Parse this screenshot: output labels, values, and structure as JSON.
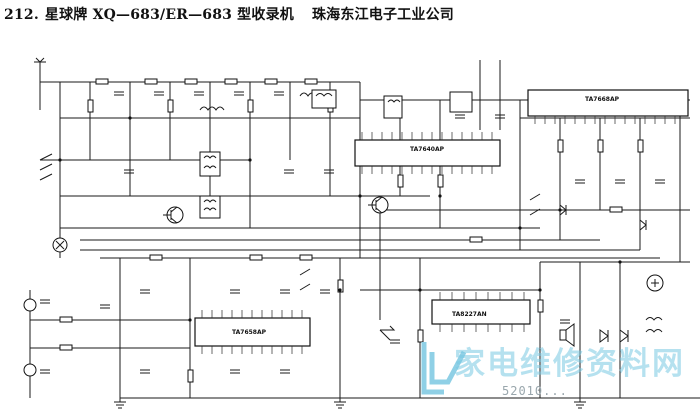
{
  "header": {
    "number": "212.",
    "model": "星球牌 XQ—683/ER—683 型收录机",
    "manufacturer": "珠海东江电子工业公司"
  },
  "ic_labels": {
    "n101": "TA7640AP",
    "n103": "TA7668AP",
    "n201": "TA7658AP",
    "n301": "TA8227AN"
  },
  "watermark": {
    "text": "家电维修资料网",
    "url": "52010...",
    "brand_color": "#8fd0e6"
  }
}
